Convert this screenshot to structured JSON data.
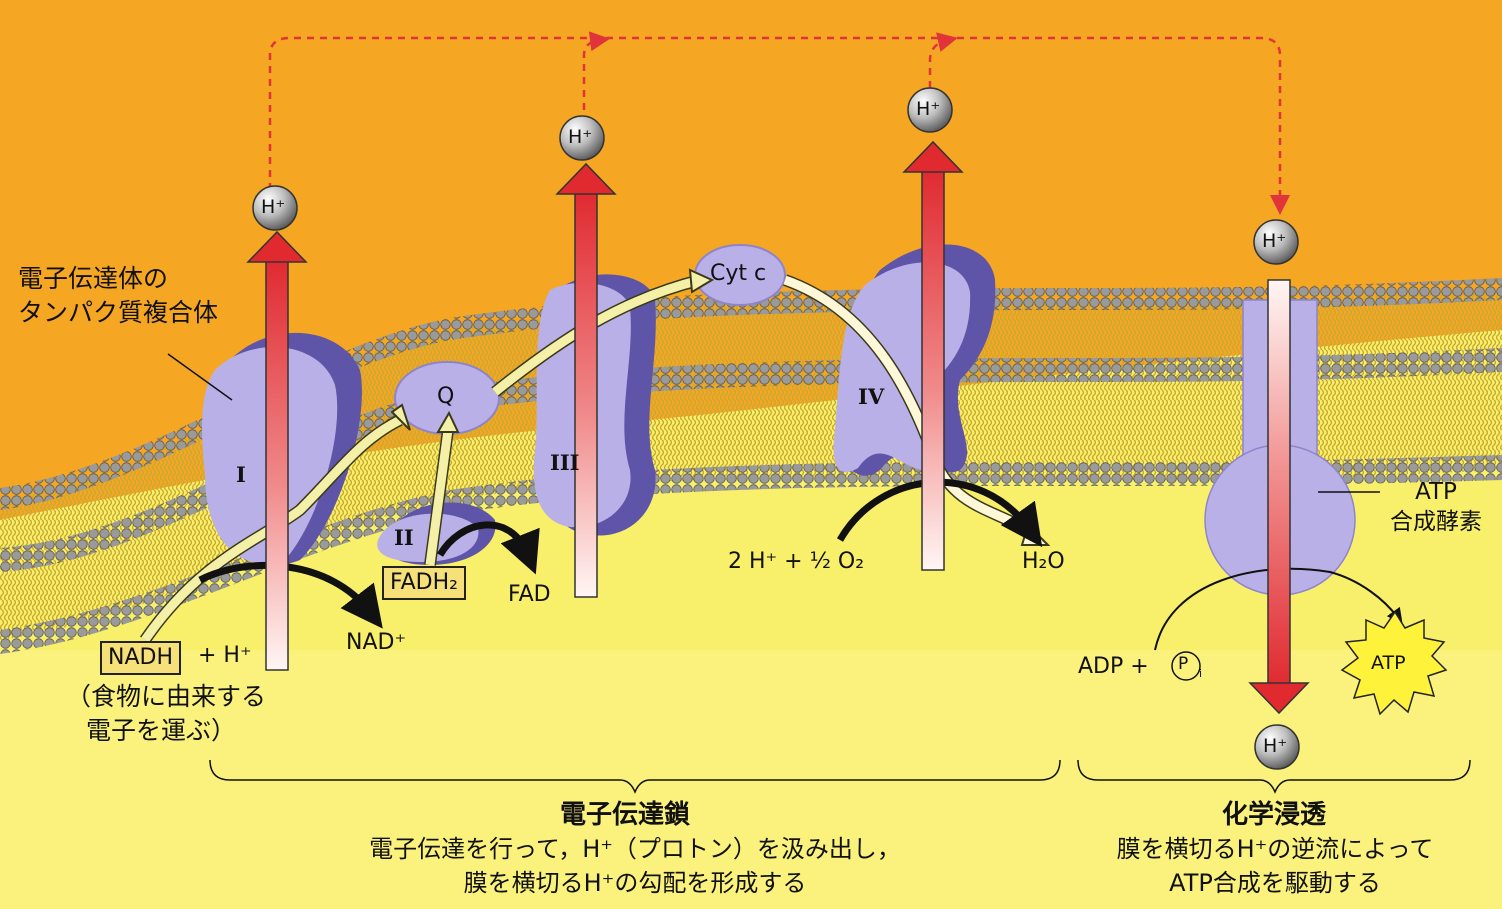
{
  "colors": {
    "intermembrane": "#f5a623",
    "matrix": "#f8ef6a",
    "protein": "#b9b0e8",
    "protein_shadow": "#5e54a8",
    "proton_arrow": "#e0343a",
    "electron_path": "#f5f0a8",
    "dashed_path": "#e0343a"
  },
  "labels": {
    "complex_caption_line1": "電子伝達体の",
    "complex_caption_line2": "タンパク質複合体",
    "complex_I": "I",
    "complex_II": "II",
    "complex_III": "III",
    "complex_IV": "IV",
    "Q": "Q",
    "cytc": "Cyt c",
    "h_plus": "H⁺",
    "nadh": "NADH",
    "nadh_plus": "+ H⁺",
    "nadh_note_line1": "（食物に由来する",
    "nadh_note_line2": "電子を運ぶ）",
    "nad": "NAD⁺",
    "fadh2": "FADH₂",
    "fad": "FAD",
    "oxygen_reaction": "2 H⁺ + ½ O₂",
    "water": "H₂O",
    "atp_synthase_line1": "ATP",
    "atp_synthase_line2": "合成酵素",
    "adp": "ADP +",
    "pi": "P",
    "pi_sub": "i",
    "atp": "ATP"
  },
  "captions": {
    "etc_title": "電子伝達鎖",
    "etc_line1": "電子伝達を行って，H⁺（プロトン）を汲み出し，",
    "etc_line2": "膜を横切るH⁺の勾配を形成する",
    "chemi_title": "化学浸透",
    "chemi_line1": "膜を横切るH⁺の逆流によって",
    "chemi_line2": "ATP合成を駆動する"
  }
}
